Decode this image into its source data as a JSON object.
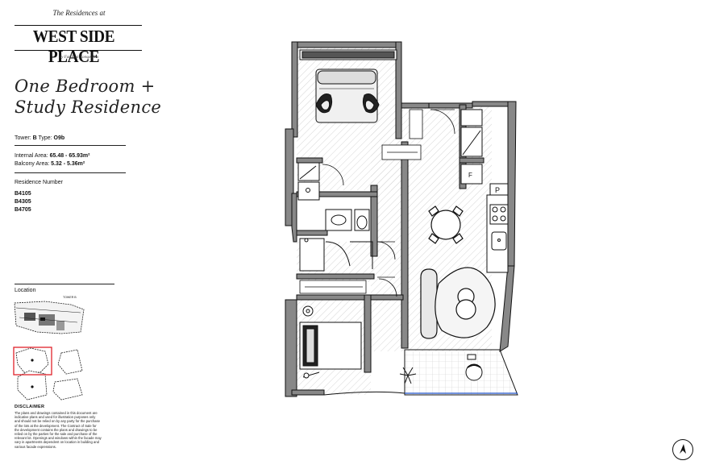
{
  "header": {
    "subtitle": "The Residences at",
    "brand": "WEST SIDE PLACE",
    "byline": "by Far East Consortium"
  },
  "residence": {
    "title_line1": "One Bedroom +",
    "title_line2": "Study Residence",
    "tower_label": "Tower:",
    "tower_value": "B",
    "type_label": "Type:",
    "type_value": "O9b",
    "internal_label": "Internal Area:",
    "internal_value": "65.48 - 65.93m²",
    "balcony_label": "Balcony Area:",
    "balcony_value": "5.32 - 5.36m²",
    "number_label": "Residence Number",
    "numbers": [
      "B4105",
      "B4305",
      "B4705"
    ]
  },
  "location": {
    "title": "Location",
    "tower_tag": "TOWER B"
  },
  "disclaimer": {
    "title": "DISCLAIMER",
    "text": "The plans and drawings contained in this document are indicative plans and used for illustration purposes only and should not be relied on by any party for the purchase of the lots at the development. The Contract of Sale for the development contains the plans and drawings to be relied on by the parties for the sale and purchase of the relevant lot. Openings and windows within the facade may vary in apartments dependent on location in building and various facade expressions."
  },
  "plan": {
    "fridge_mark": "F",
    "pantry_mark": "P"
  },
  "colors": {
    "highlight": "#e0222b",
    "ink": "#111111",
    "hatch": "#d6d6d6",
    "accent_line": "#2255cc"
  }
}
